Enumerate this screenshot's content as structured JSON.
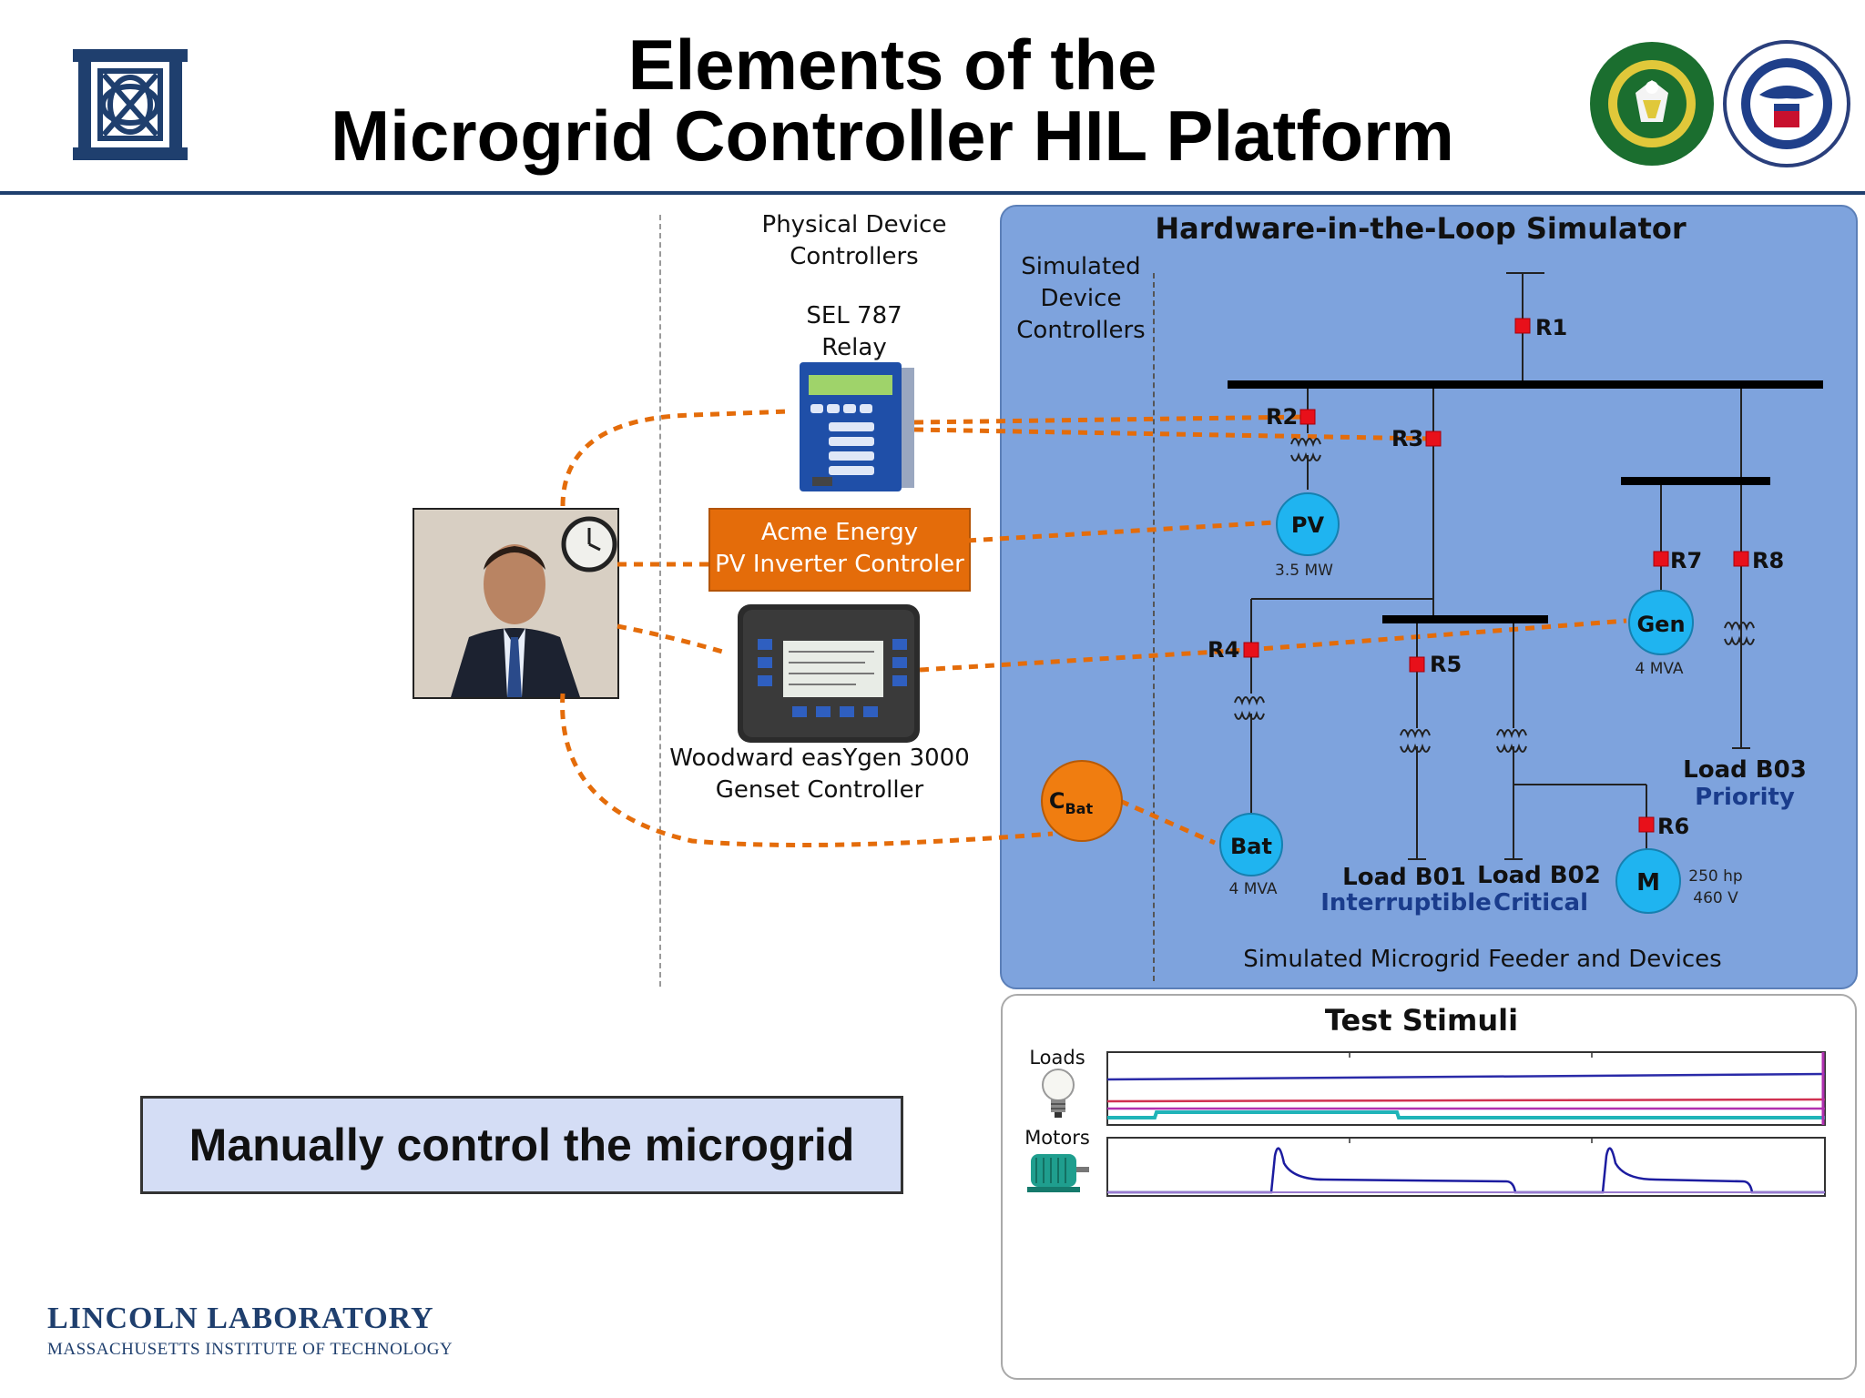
{
  "title": {
    "line1": "Elements of the",
    "line2": "Microgrid Controller HIL Platform"
  },
  "physical": {
    "heading_line1": "Physical Device",
    "heading_line2": "Controllers",
    "relay_line1": "SEL 787",
    "relay_line2": "Relay",
    "pv_box_line1": "Acme Energy",
    "pv_box_line2": "PV Inverter Controler",
    "genset_line1": "Woodward easYgen 3000",
    "genset_line2": "Genset Controller"
  },
  "hil": {
    "title": "Hardware-in-the-Loop Simulator",
    "simulated_line1": "Simulated",
    "simulated_line2": "Device",
    "simulated_line3": "Controllers",
    "footer": "Simulated Microgrid Feeder and Devices",
    "relays": {
      "r1": "R1",
      "r2": "R2",
      "r3": "R3",
      "r4": "R4",
      "r5": "R5",
      "r6": "R6",
      "r7": "R7",
      "r8": "R8"
    },
    "pv": {
      "label": "PV",
      "rating": "3.5 MW"
    },
    "gen": {
      "label": "Gen",
      "rating": "4 MVA"
    },
    "bat": {
      "label": "Bat",
      "rating": "4 MVA"
    },
    "cbat": {
      "label": "C",
      "sub": "Bat"
    },
    "motor": {
      "label": "M",
      "rating1": "250 hp",
      "rating2": "460 V"
    },
    "load_b01": {
      "name": "Load B01",
      "type": "Interruptible"
    },
    "load_b02": {
      "name": "Load B02",
      "type": "Critical"
    },
    "load_b03": {
      "name": "Load B03",
      "type": "Priority"
    }
  },
  "stimuli": {
    "title": "Test Stimuli",
    "loads_label": "Loads",
    "motors_label": "Motors"
  },
  "manual": {
    "text": "Manually control the microgrid"
  },
  "footer": {
    "lab": "LINCOLN LABORATORY",
    "institute": "MASSACHUSETTS INSTITUTE OF TECHNOLOGY"
  },
  "colors": {
    "accent_blue": "#1f3f6e",
    "hil_bg": "#7ea3dd",
    "device_circle": "#1fb4f0",
    "relay_red": "#e8101a",
    "dashed_orange": "#e46c0a",
    "type_label_blue": "#1a3c8c"
  }
}
